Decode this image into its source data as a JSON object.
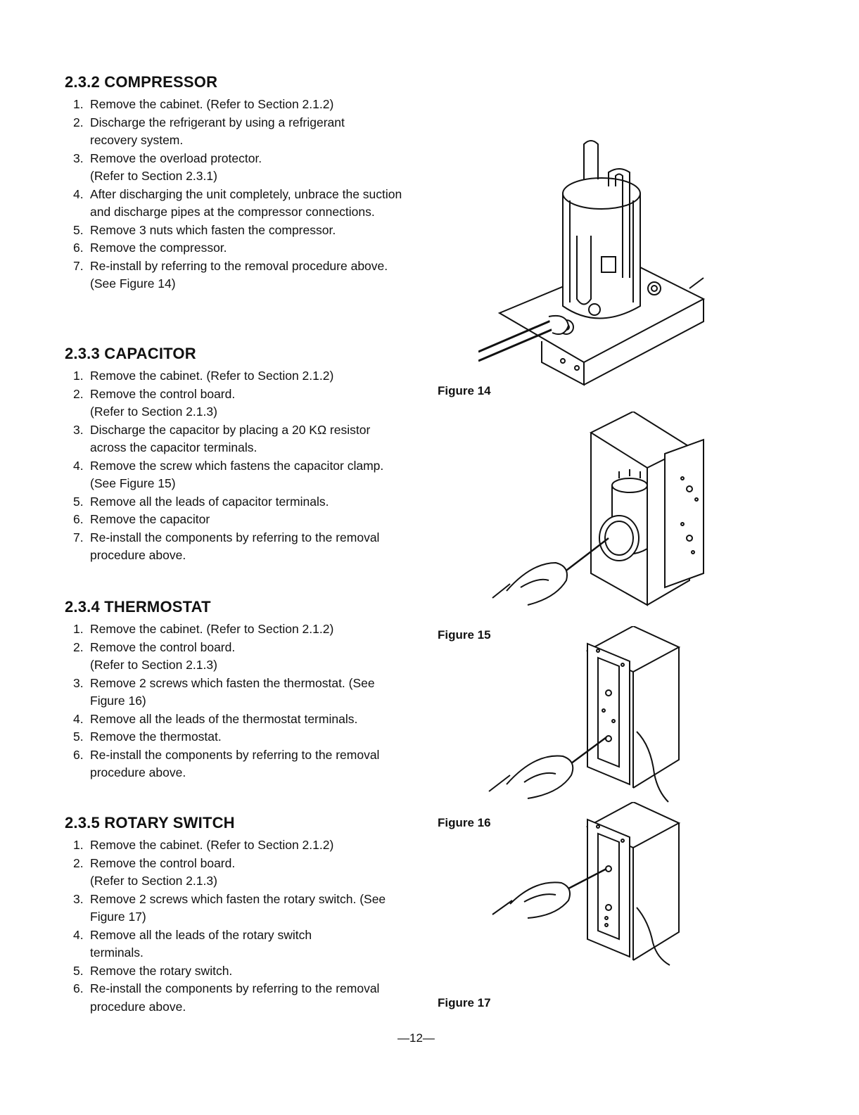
{
  "sections": [
    {
      "title": "2.3.2 COMPRESSOR",
      "steps": [
        {
          "num": "1.",
          "text": "Remove the cabinet. (Refer to Section 2.1.2)"
        },
        {
          "num": "2.",
          "text": "Discharge the refrigerant by using a refrigerant recovery system."
        },
        {
          "num": "3.",
          "text": "Remove the overload protector. (Refer to Section 2.3.1)"
        },
        {
          "num": "4.",
          "text": "After discharging the unit completely, unbrace the suction and discharge pipes at the compressor connections."
        },
        {
          "num": "5.",
          "text": "Remove 3 nuts which fasten the compressor."
        },
        {
          "num": "6.",
          "text": "Remove the compressor."
        },
        {
          "num": "7.",
          "text": "Re-install by referring to the removal procedure above. (See Figure 14)"
        }
      ]
    },
    {
      "title": "2.3.3 CAPACITOR",
      "steps": [
        {
          "num": "1.",
          "text": "Remove the cabinet. (Refer to Section 2.1.2)"
        },
        {
          "num": "2.",
          "text": "Remove the control board. (Refer to Section 2.1.3)"
        },
        {
          "num": "3.",
          "text": "Discharge the capacitor by placing a 20 KΩ resistor across the capacitor terminals."
        },
        {
          "num": "4.",
          "text": "Remove the screw which fastens the capacitor clamp. (See Figure 15)"
        },
        {
          "num": "5.",
          "text": "Remove all the leads of capacitor terminals."
        },
        {
          "num": "6.",
          "text": "Remove the capacitor"
        },
        {
          "num": "7.",
          "text": "Re-install the components by referring to the removal procedure above."
        }
      ]
    },
    {
      "title": "2.3.4 THERMOSTAT",
      "steps": [
        {
          "num": "1.",
          "text": "Remove the cabinet. (Refer to Section 2.1.2)"
        },
        {
          "num": "2.",
          "text": "Remove the control board. (Refer to Section 2.1.3)"
        },
        {
          "num": "3.",
          "text": "Remove 2 screws which fasten the thermostat. (See Figure 16)"
        },
        {
          "num": "4.",
          "text": "Remove all the leads of the thermostat terminals."
        },
        {
          "num": "5.",
          "text": "Remove the thermostat."
        },
        {
          "num": "6.",
          "text": "Re-install the components by referring to the removal procedure above."
        }
      ]
    },
    {
      "title": "2.3.5 ROTARY SWITCH",
      "steps": [
        {
          "num": "1.",
          "text": "Remove the cabinet. (Refer to Section 2.1.2)"
        },
        {
          "num": "2.",
          "text": "Remove the control board. (Refer to Section 2.1.3)"
        },
        {
          "num": "3.",
          "text": "Remove 2 screws which fasten the rotary switch. (See Figure 17)"
        },
        {
          "num": "4.",
          "text": "Remove all the leads of the rotary switch terminals."
        },
        {
          "num": "5.",
          "text": "Remove the rotary switch."
        },
        {
          "num": "6.",
          "text": "Re-install the components by referring to the removal procedure above."
        }
      ]
    }
  ],
  "figures": {
    "fig14": "Figure 14",
    "fig15": "Figure 15",
    "fig16": "Figure 16",
    "fig17": "Figure 17"
  },
  "page_number": "—12—"
}
